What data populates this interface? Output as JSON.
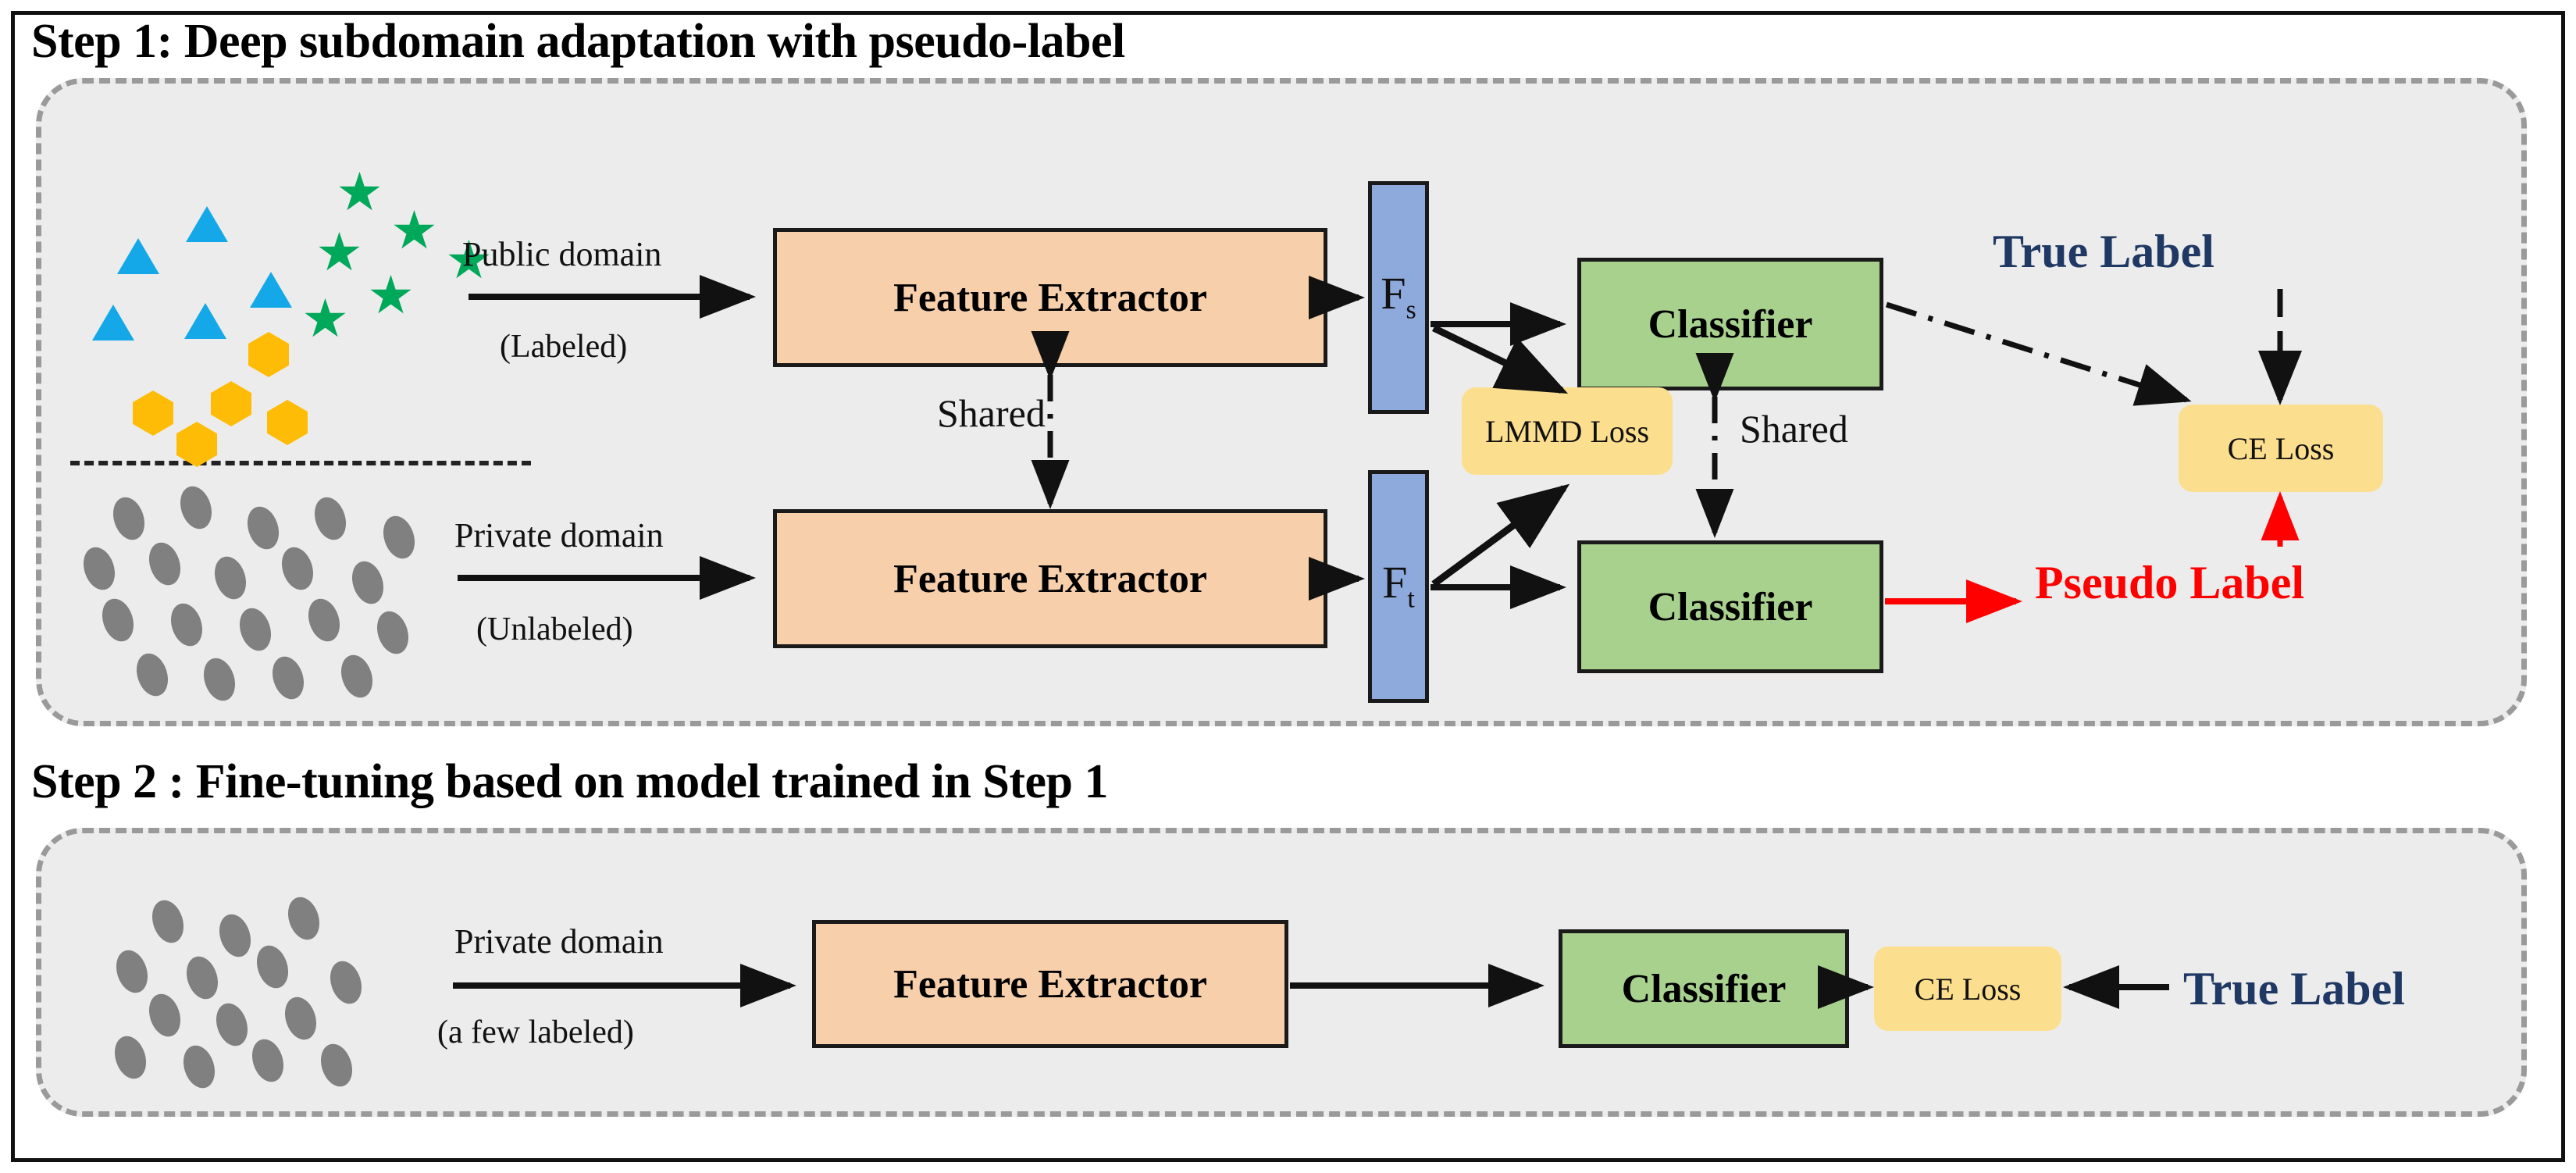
{
  "figure": {
    "step1_title": "Step 1: Deep subdomain adaptation with pseudo-label",
    "step2_title": "Step 2 : Fine-tuning based on model trained in Step 1"
  },
  "step1": {
    "source_arrow_label": "Public domain",
    "source_arrow_sub": "(Labeled)",
    "target_arrow_label": "Private domain",
    "target_arrow_sub": "(Unlabeled)",
    "feature_extractor_top": "Feature Extractor",
    "feature_extractor_bottom": "Feature Extractor",
    "feature_source": "F",
    "feature_source_sub": "s",
    "feature_target": "F",
    "feature_target_sub": "t",
    "classifier_top": "Classifier",
    "classifier_bottom": "Classifier",
    "shared_extractor": "Shared",
    "shared_classifier": "Shared",
    "lmmd_loss": "LMMD Loss",
    "ce_loss": "CE Loss",
    "true_label": "True Label",
    "pseudo_label": "Pseudo Label"
  },
  "step2": {
    "arrow_label": "Private domain",
    "arrow_sub": "(a few labeled)",
    "feature_extractor": "Feature Extractor",
    "classifier": "Classifier",
    "ce_loss": "CE Loss",
    "true_label": "True Label"
  },
  "colors": {
    "panel_bg": "#ececec",
    "feature_extractor_fill": "#f7cfab",
    "classifier_fill": "#a9d18e",
    "feature_fill": "#8ea9db",
    "loss_fill": "#fcdf8e",
    "true_label_color": "#1f3864",
    "pseudo_label_color": "#ff0000",
    "triangle_color": "#15a8e8",
    "star_color": "#00a85a",
    "hexagon_color": "#ffbc07",
    "ellipse_color": "#808080"
  },
  "legend_markers": {
    "triangle": "blue-triangle",
    "star": "green-star",
    "hexagon": "yellow-hexagon",
    "ellipse": "gray-ellipse"
  }
}
